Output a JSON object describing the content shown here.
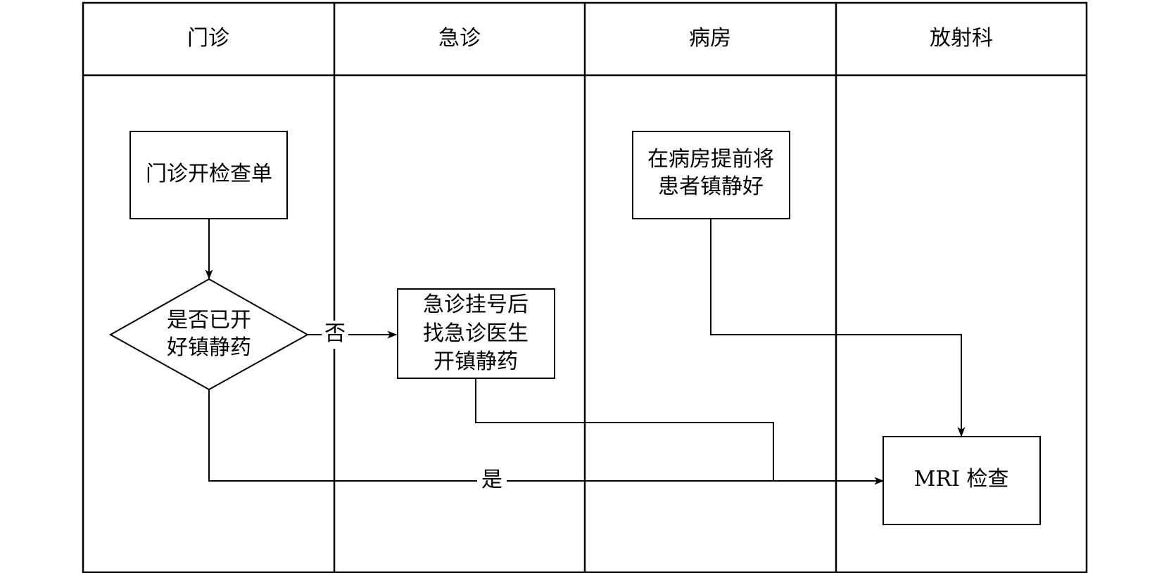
{
  "lanes": [
    {
      "id": "outpatient",
      "title": "门诊"
    },
    {
      "id": "emergency",
      "title": "急诊"
    },
    {
      "id": "ward",
      "title": "病房"
    },
    {
      "id": "radiology",
      "title": "放射科"
    }
  ],
  "nodes": {
    "outpatient_order": {
      "lines": [
        "门诊开检查单"
      ]
    },
    "sedative_decision": {
      "lines": [
        "是否已开",
        "好镇静药"
      ]
    },
    "emergency_sedative": {
      "lines": [
        "急诊挂号后",
        "找急诊医生",
        "开镇静药"
      ]
    },
    "ward_sedation": {
      "lines": [
        "在病房提前将",
        "患者镇静好"
      ]
    },
    "mri_exam": {
      "lines": [
        "MRI 检查"
      ]
    }
  },
  "edges": {
    "no_label": "否",
    "yes_label": "是"
  },
  "colors": {
    "stroke": "#000000",
    "background": "#ffffff"
  }
}
